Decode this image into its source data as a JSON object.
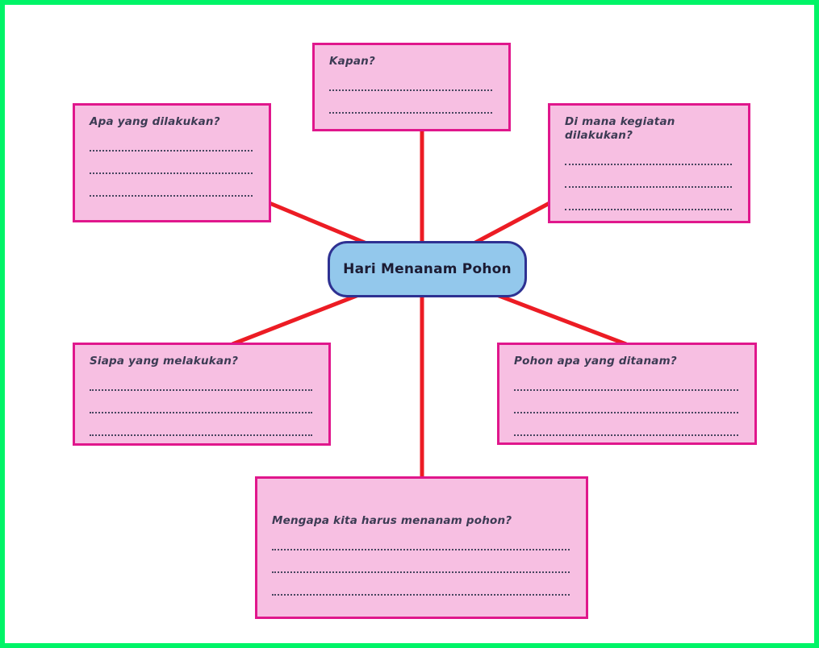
{
  "page": {
    "background_color": "#FFFFFF",
    "frame_color": "#00F467"
  },
  "diagram": {
    "center": {
      "label": "Hari Menanam Pohon",
      "fill_color": "#93C8EC",
      "border_color": "#2E3192"
    },
    "connector_color": "#EC1C24",
    "node_fill_color": "#F7BFE2",
    "node_border_color": "#E0178C",
    "text_color": "#3C3B54",
    "nodes": [
      {
        "id": "kapan",
        "title": "Kapan?",
        "answer_lines": 2
      },
      {
        "id": "apa",
        "title": "Apa yang dilakukan?",
        "answer_lines": 3
      },
      {
        "id": "dimana",
        "title": "Di mana kegiatan dilakukan?",
        "answer_lines": 3
      },
      {
        "id": "siapa",
        "title": "Siapa yang melakukan?",
        "answer_lines": 3
      },
      {
        "id": "pohon",
        "title": "Pohon apa yang ditanam?",
        "answer_lines": 3
      },
      {
        "id": "mengapa",
        "title": "Mengapa kita harus menanam pohon?",
        "answer_lines": 3
      }
    ]
  }
}
